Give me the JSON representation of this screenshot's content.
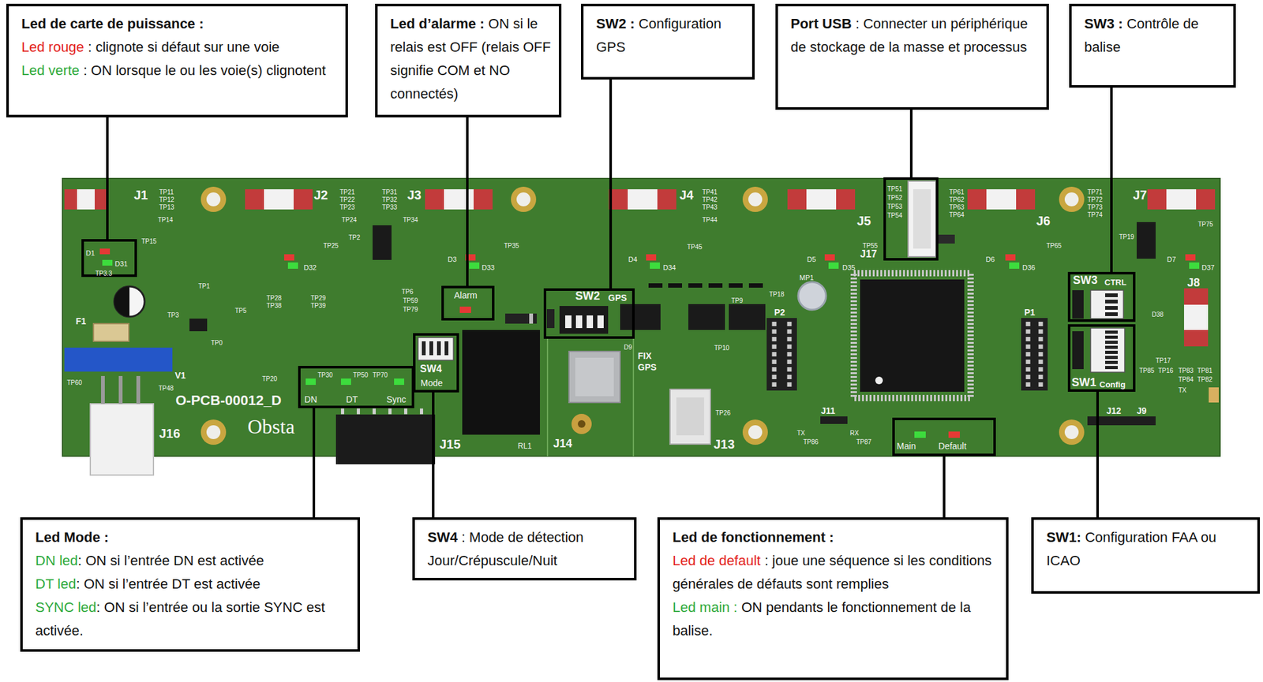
{
  "diagram": {
    "nodes": [
      {
        "text": [
          "Led de carte de puissance :",
          "Led rouge",
          ": clignote si défaut sur une voie",
          "Led verte",
          ": ON lorsque le ou les voie(s) clignotent"
        ]
      },
      {
        "text": [
          "Led d’alarme :",
          "ON si le relais est OFF (relais OFF signifie COM et NO connectés)"
        ]
      },
      {
        "text": [
          "SW2 :",
          "Configuration GPS"
        ]
      },
      {
        "text": [
          "Port USB",
          ": Connecter un périphérique de stockage de la masse et processus"
        ]
      },
      {
        "text": [
          "SW3 :",
          "Contrôle de balise"
        ]
      },
      {
        "text": [
          "D1",
          "D31",
          "TP3.3"
        ]
      },
      {
        "text": [
          "TP51",
          "TP52",
          "TP53",
          "TP54"
        ]
      },
      {
        "text": [
          "Alarm"
        ]
      },
      {
        "text": [
          "SW2",
          "GPS"
        ]
      },
      {
        "text": [
          "SW3",
          "CTRL"
        ]
      },
      {
        "text": [
          "SW4",
          "Mode"
        ]
      },
      {
        "text": [
          "SW1",
          "Config"
        ]
      },
      {
        "text": [
          "TP30",
          "TP50",
          "TP70",
          "DN",
          "DT",
          "Sync"
        ]
      },
      {
        "text": [
          "Main",
          "Default"
        ]
      },
      {
        "text": [
          "Led Mode :",
          "DN led",
          ": ON si l’entrée DN est activée",
          "DT led",
          ": ON si l’entrée DT est activée",
          "SYNC led",
          ": ON si l’entrée ou la sortie SYNC est activée."
        ]
      },
      {
        "text": [
          "SW4",
          ": Mode de détection Jour/Crépuscule/Nuit"
        ]
      },
      {
        "text": [
          "Led de fonctionnement :",
          "Led de default",
          ": joue une séquence si les conditions générales de défauts sont remplies",
          "Led main :",
          "ON pendants le fonctionnement de la balise."
        ]
      },
      {
        "text": [
          "SW1:",
          "Configuration FAA ou ICAO"
        ]
      }
    ],
    "edges": [
      {
        "from": 0,
        "to": 5,
        "arrow": "none"
      },
      {
        "from": 1,
        "to": 7,
        "arrow": "none"
      },
      {
        "from": 2,
        "to": 8,
        "arrow": "none"
      },
      {
        "from": 3,
        "to": 6,
        "arrow": "none"
      },
      {
        "from": 4,
        "to": 9,
        "arrow": "none"
      },
      {
        "from": 14,
        "to": 12,
        "arrow": "none"
      },
      {
        "from": 15,
        "to": 10,
        "arrow": "none"
      },
      {
        "from": 16,
        "to": 13,
        "arrow": "none"
      },
      {
        "from": 17,
        "to": 11,
        "arrow": "none"
      }
    ],
    "labels": [
      "J1",
      "TP11",
      "TP12",
      "TP13",
      "TP14",
      "J2",
      "TP21",
      "TP22",
      "TP23",
      "TP24",
      "TP31",
      "TP32",
      "TP33",
      "J3",
      "TP34",
      "J4",
      "TP41",
      "TP42",
      "TP43",
      "TP44",
      "J5",
      "J17",
      "TP55",
      "TP61",
      "TP62",
      "TP63",
      "TP64",
      "J6",
      "TP65",
      "TP71",
      "TP72",
      "TP73",
      "TP74",
      "J7",
      "TP75",
      "TP15",
      "TP25",
      "TP2",
      "TP35",
      "TP45",
      "D32",
      "D3",
      "D33",
      "D4",
      "D34",
      "D5",
      "D35",
      "D6",
      "D36",
      "D7",
      "D37",
      "TP1",
      "TP3",
      "TP5",
      "TP28",
      "TP38",
      "TP29",
      "TP39",
      "TP6",
      "TP59",
      "TP79",
      "MP1",
      "TP18",
      "TP9",
      "P2",
      "P1",
      "TP19",
      "J8",
      "D38",
      "F1",
      "TP0",
      "FIX GPS",
      "D9",
      "TP10",
      "TP17",
      "TP85",
      "TP16",
      "TP83",
      "TP81",
      "TP84",
      "TP82",
      "TX",
      "TP20",
      "V1",
      "TP60",
      "TP48",
      "O-PCB-00012_D",
      "TP26",
      "J11",
      "TX",
      "RX",
      "J12",
      "J9",
      "Obsta",
      "J16",
      "J15",
      "RL1",
      "J14",
      "J13",
      "TP86",
      "TP87"
    ]
  }
}
